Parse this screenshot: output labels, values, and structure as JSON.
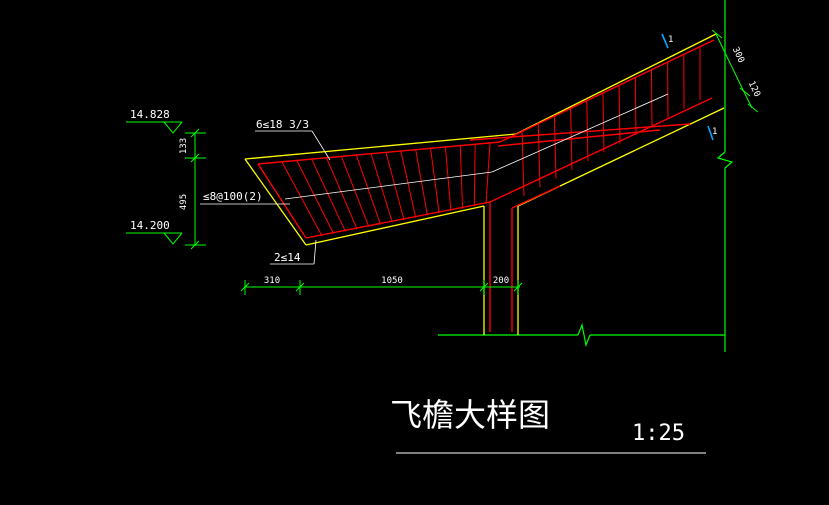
{
  "drawing": {
    "title": "飞檐大样图",
    "scale": "1:25"
  },
  "elevations": {
    "top": "14.828",
    "bottom": "14.200"
  },
  "dimensions": {
    "left_vertical_upper": "133",
    "left_vertical_lower": "495",
    "horizontal_1": "310",
    "horizontal_2": "1050",
    "horizontal_3": "200",
    "right_upper": "300",
    "right_lower": "120"
  },
  "rebar_labels": {
    "top_bars": "6≤18 3/3",
    "stirrups": "≤8@100(2)",
    "bottom_bars": "2≤14"
  },
  "section_marks": {
    "upper": "1",
    "lower": "1"
  },
  "colors": {
    "background": "#000000",
    "outline": "#ffff00",
    "rebar": "#ff0000",
    "dimension": "#00ff00",
    "text": "#ffffff",
    "section_mark": "#00aaff"
  }
}
